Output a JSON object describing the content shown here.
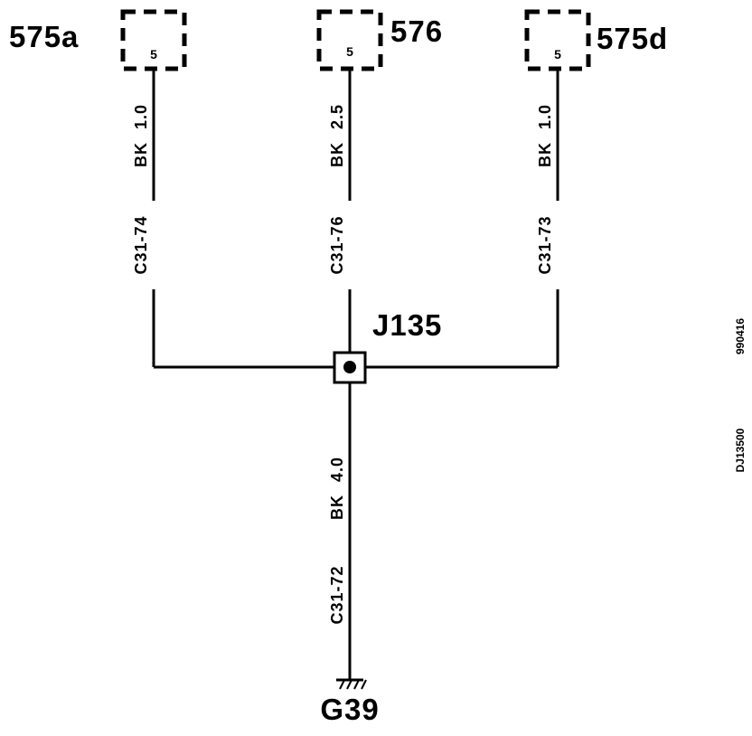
{
  "connectors": [
    {
      "id": "575a",
      "pin": "5"
    },
    {
      "id": "576",
      "pin": "5"
    },
    {
      "id": "575d",
      "pin": "5"
    }
  ],
  "wires": [
    {
      "gauge": "1.0",
      "color": "BK",
      "circuit": "C31-74"
    },
    {
      "gauge": "2.5",
      "color": "BK",
      "circuit": "C31-76"
    },
    {
      "gauge": "1.0",
      "color": "BK",
      "circuit": "C31-73"
    },
    {
      "gauge": "4.0",
      "color": "BK",
      "circuit": "C31-72"
    }
  ],
  "splice": {
    "id": "J135"
  },
  "ground": {
    "id": "G39"
  },
  "reference": {
    "code1": "DJ13500",
    "code2": "990416"
  }
}
